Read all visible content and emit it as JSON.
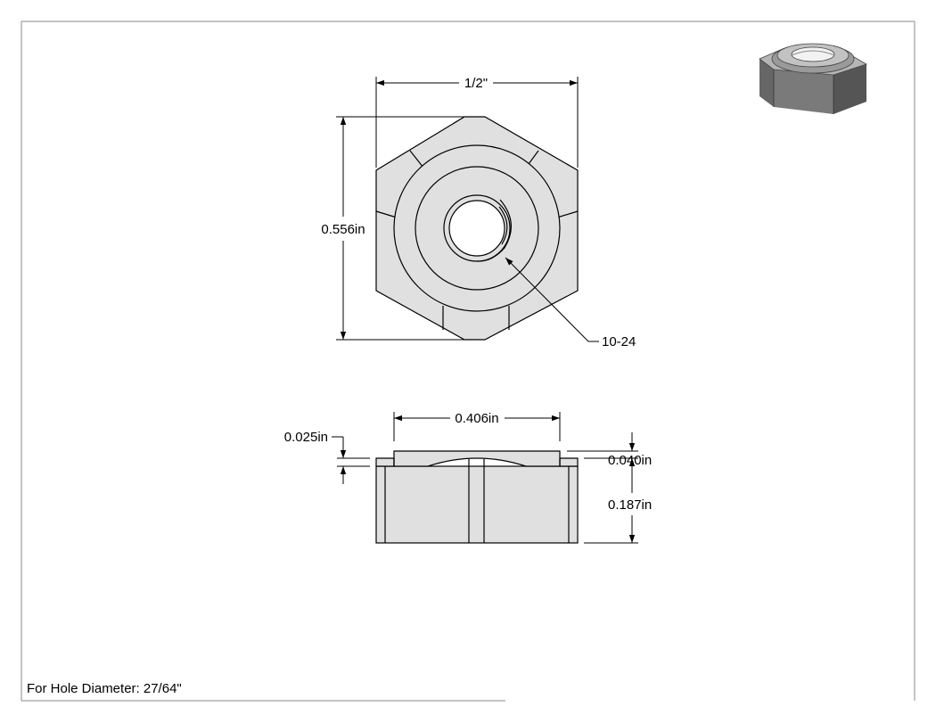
{
  "top_view": {
    "width_label": "1/2\"",
    "height_label": "0.556in",
    "thread_label": "10-24"
  },
  "side_view": {
    "top_width_label": "0.406in",
    "flange_label": "0.025in",
    "boss_label": "0.040in",
    "body_height_label": "0.187in"
  },
  "note": "For Hole Diameter: 27/64\"",
  "colors": {
    "part_fill": "#e0e0e0",
    "line": "#000000",
    "border": "#888888",
    "iso_dark": "#555555",
    "iso_mid": "#7a7a7a",
    "iso_light": "#b5b5b5"
  }
}
